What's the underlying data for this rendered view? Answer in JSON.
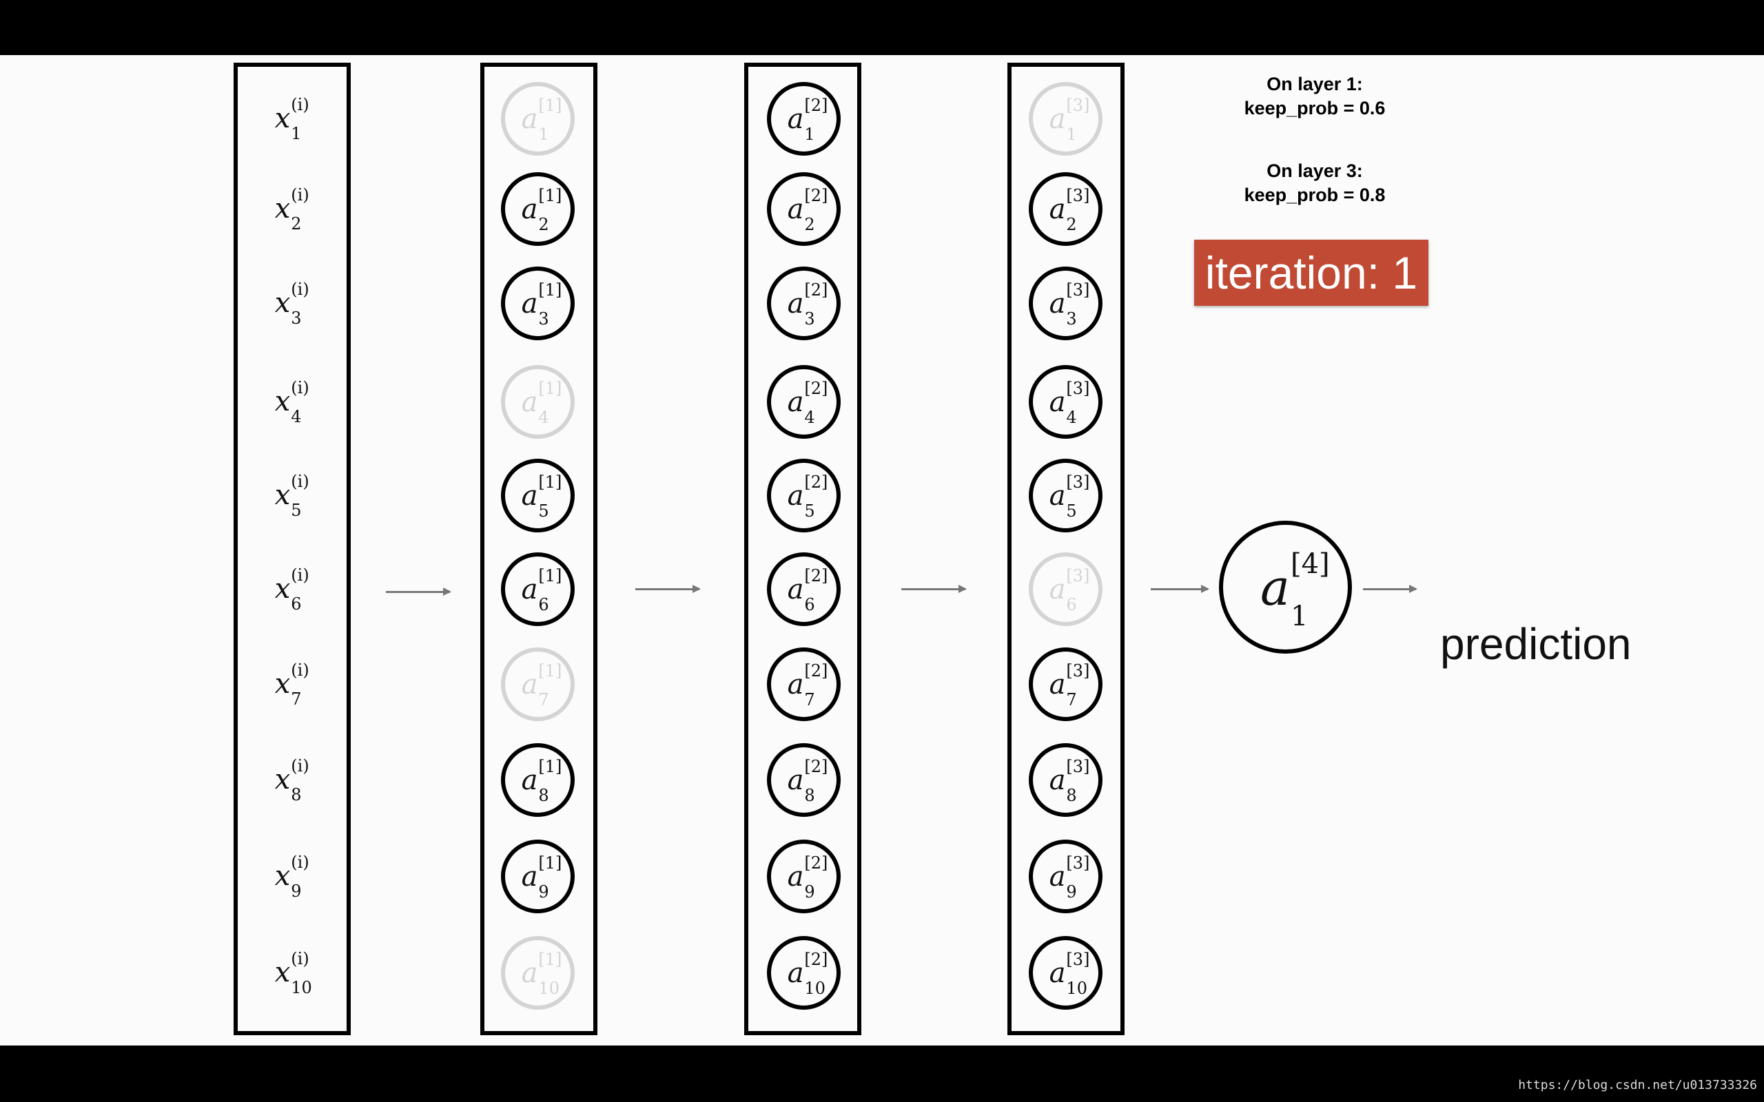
{
  "info": {
    "layer1_title": "On layer 1:",
    "layer1_prob": "keep_prob = 0.6",
    "layer3_title": "On layer 3:",
    "layer3_prob": "keep_prob = 0.8"
  },
  "iteration_label": "iteration: 1",
  "inputs": [
    {
      "base": "x",
      "sup": "(i)",
      "sub": "1"
    },
    {
      "base": "x",
      "sup": "(i)",
      "sub": "2"
    },
    {
      "base": "x",
      "sup": "(i)",
      "sub": "3"
    },
    {
      "base": "x",
      "sup": "(i)",
      "sub": "4"
    },
    {
      "base": "x",
      "sup": "(i)",
      "sub": "5"
    },
    {
      "base": "x",
      "sup": "(i)",
      "sub": "6"
    },
    {
      "base": "x",
      "sup": "(i)",
      "sub": "7"
    },
    {
      "base": "x",
      "sup": "(i)",
      "sub": "8"
    },
    {
      "base": "x",
      "sup": "(i)",
      "sub": "9"
    },
    {
      "base": "x",
      "sup": "(i)",
      "sub": "10"
    }
  ],
  "layers": [
    {
      "sup": "[1]",
      "nodes": [
        {
          "sub": "1",
          "dropped": true
        },
        {
          "sub": "2",
          "dropped": false
        },
        {
          "sub": "3",
          "dropped": false
        },
        {
          "sub": "4",
          "dropped": true
        },
        {
          "sub": "5",
          "dropped": false
        },
        {
          "sub": "6",
          "dropped": false
        },
        {
          "sub": "7",
          "dropped": true
        },
        {
          "sub": "8",
          "dropped": false
        },
        {
          "sub": "9",
          "dropped": false
        },
        {
          "sub": "10",
          "dropped": true
        }
      ]
    },
    {
      "sup": "[2]",
      "nodes": [
        {
          "sub": "1",
          "dropped": false
        },
        {
          "sub": "2",
          "dropped": false
        },
        {
          "sub": "3",
          "dropped": false
        },
        {
          "sub": "4",
          "dropped": false
        },
        {
          "sub": "5",
          "dropped": false
        },
        {
          "sub": "6",
          "dropped": false
        },
        {
          "sub": "7",
          "dropped": false
        },
        {
          "sub": "8",
          "dropped": false
        },
        {
          "sub": "9",
          "dropped": false
        },
        {
          "sub": "10",
          "dropped": false
        }
      ]
    },
    {
      "sup": "[3]",
      "nodes": [
        {
          "sub": "1",
          "dropped": true
        },
        {
          "sub": "2",
          "dropped": false
        },
        {
          "sub": "3",
          "dropped": false
        },
        {
          "sub": "4",
          "dropped": false
        },
        {
          "sub": "5",
          "dropped": false
        },
        {
          "sub": "6",
          "dropped": true
        },
        {
          "sub": "7",
          "dropped": false
        },
        {
          "sub": "8",
          "dropped": false
        },
        {
          "sub": "9",
          "dropped": false
        },
        {
          "sub": "10",
          "dropped": false
        }
      ]
    }
  ],
  "output": {
    "base": "a",
    "sup": "[4]",
    "sub": "1"
  },
  "prediction_label": "prediction",
  "watermark": "https://blog.csdn.net/u013733326",
  "colors": {
    "active": "#000000",
    "dropped": "#d4d4d4",
    "badge": "#c04a33"
  }
}
